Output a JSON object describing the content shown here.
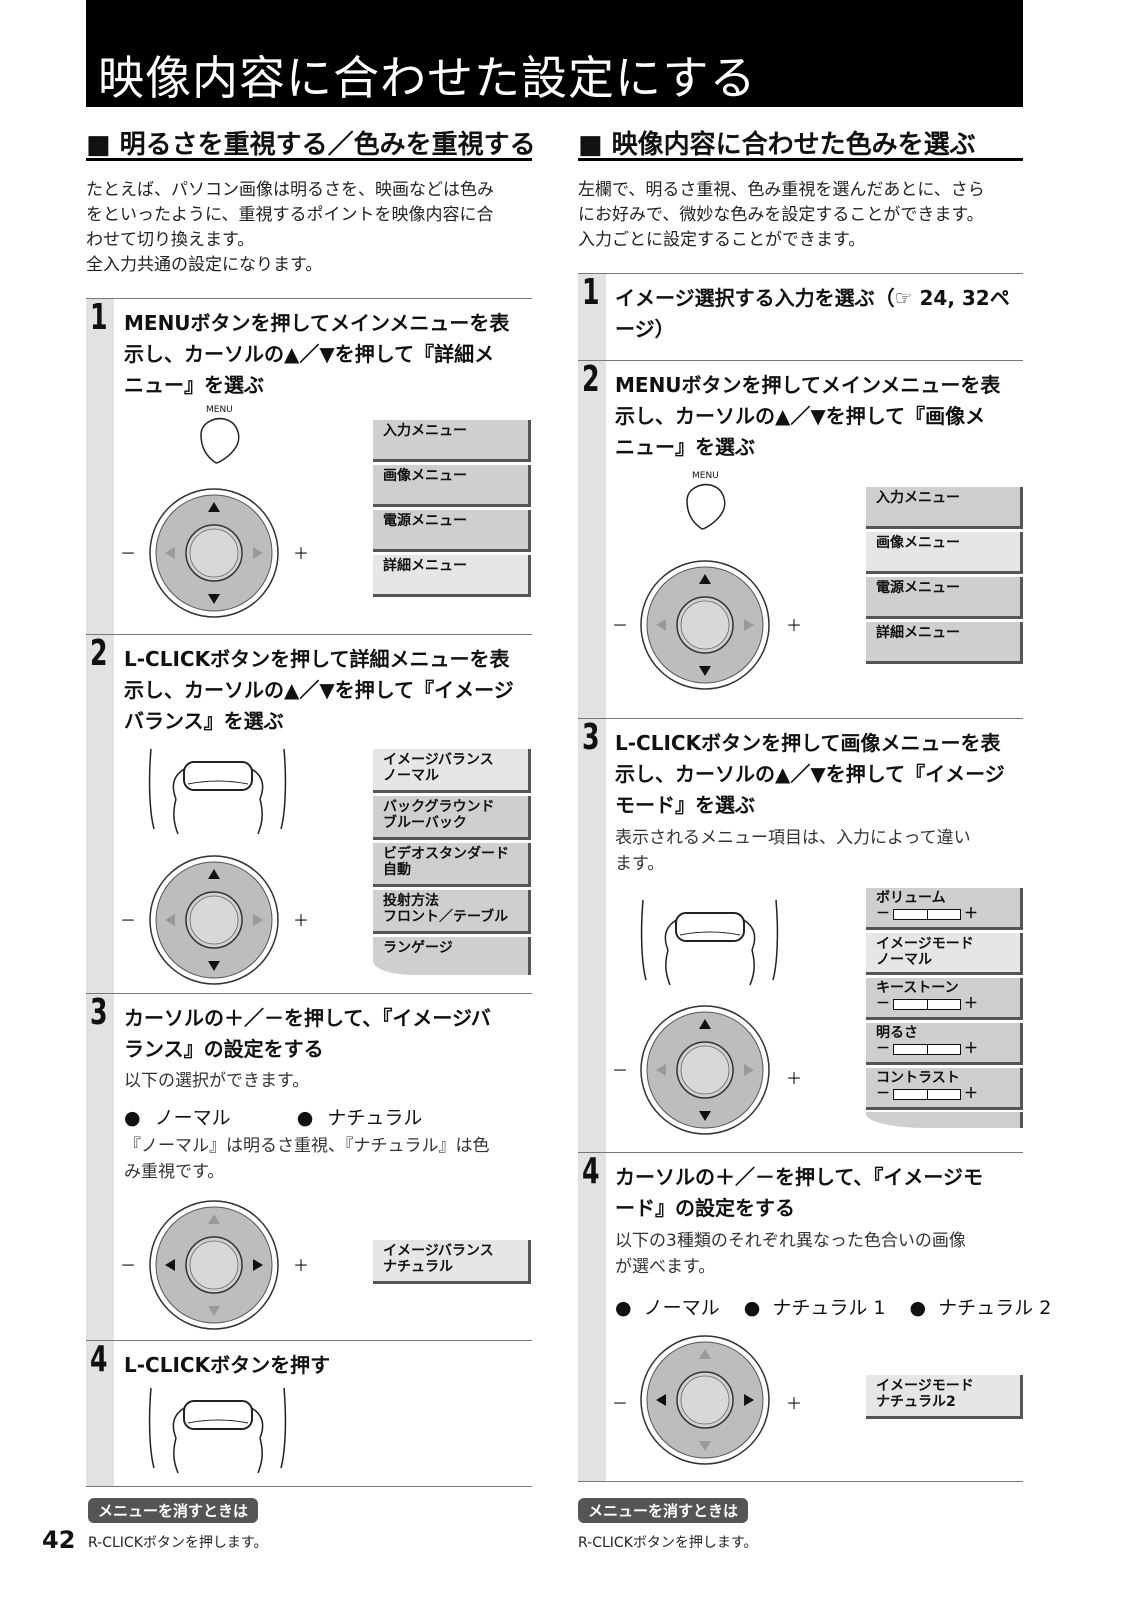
{
  "page_title": "映像内容に合わせた設定にする",
  "page_number": "42",
  "left": {
    "heading": "■ 明るさを重視する／色みを重視する",
    "intro": [
      "たとえば、パソコン画像は明るさを、映画などは色み",
      "をといったように、重視するポイントを映像内容に合",
      "わせて切り換えます。",
      "全入力共通の設定になります。"
    ],
    "step1": {
      "num": "1",
      "lines": [
        "MENUボタンを押してメインメニューを表",
        "示し、カーソルの▲／▼を押して『詳細メ",
        "ニュー』を選ぶ"
      ],
      "menu_label": "MENU",
      "menus": [
        "入力メニュー",
        "画像メニュー",
        "電源メニュー",
        "詳細メニュー"
      ]
    },
    "step2": {
      "num": "2",
      "lines": [
        "L-CLICKボタンを押して詳細メニューを表",
        "示し、カーソルの▲／▼を押して『イメージ",
        "バランス』を選ぶ"
      ],
      "menus": [
        [
          "イメージバランス",
          "ノーマル"
        ],
        [
          "バックグラウンド",
          "ブルーバック"
        ],
        [
          "ビデオスタンダード",
          "自動"
        ],
        [
          "投射方法",
          "フロント／テーブル"
        ],
        [
          "ランゲージ",
          ""
        ]
      ]
    },
    "step3": {
      "num": "3",
      "lines": [
        "カーソルの＋／－を押して、『イメージバ",
        "ランス』の設定をする"
      ],
      "note1": "以下の選択ができます。",
      "opt1": "ノーマル",
      "opt2": "ナチュラル",
      "note2": [
        "『ノーマル』は明るさ重視、『ナチュラル』は色",
        "み重視です。"
      ],
      "menu": [
        "イメージバランス",
        "ナチュラル"
      ]
    },
    "step4": {
      "num": "4",
      "lines": [
        "L-CLICKボタンを押す"
      ]
    },
    "tag": "メニューを消すときは",
    "foot": "R-CLICKボタンを押します。"
  },
  "right": {
    "heading": "■ 映像内容に合わせた色みを選ぶ",
    "intro": [
      "左欄で、明るさ重視、色み重視を選んだあとに、さら",
      "にお好みで、微妙な色みを設定することができます。",
      "入力ごとに設定することができます。"
    ],
    "step1": {
      "num": "1",
      "lines": [
        "イメージ選択する入力を選ぶ（☞ 24, 32ペ",
        "ージ）"
      ]
    },
    "step2": {
      "num": "2",
      "lines": [
        "MENUボタンを押してメインメニューを表",
        "示し、カーソルの▲／▼を押して『画像メ",
        "ニュー』を選ぶ"
      ],
      "menu_label": "MENU",
      "menus": [
        "入力メニュー",
        "画像メニュー",
        "電源メニュー",
        "詳細メニュー"
      ]
    },
    "step3": {
      "num": "3",
      "lines": [
        "L-CLICKボタンを押して画像メニューを表",
        "示し、カーソルの▲／▼を押して『イメージ",
        "モード』を選ぶ"
      ],
      "note": [
        "表示されるメニュー項目は、入力によって違い",
        "ます。"
      ],
      "menus": [
        "ボリューム",
        "イメージモード",
        "ノーマル",
        "キーストーン",
        "明るさ",
        "コントラスト"
      ]
    },
    "step4": {
      "num": "4",
      "lines": [
        "カーソルの＋／－を押して、『イメージモ",
        "ード』の設定をする"
      ],
      "note": [
        "以下の3種類のそれぞれ異なった色合いの画像",
        "が選べます。"
      ],
      "opt1": "ノーマル",
      "opt2": "ナチュラル 1",
      "opt3": "ナチュラル 2",
      "menu": [
        "イメージモード",
        "ナチュラル2"
      ]
    },
    "tag": "メニューを消すときは",
    "foot": "R-CLICKボタンを押します。"
  },
  "symbols": {
    "minus": "－",
    "plus": "＋",
    "bullet": "●"
  }
}
